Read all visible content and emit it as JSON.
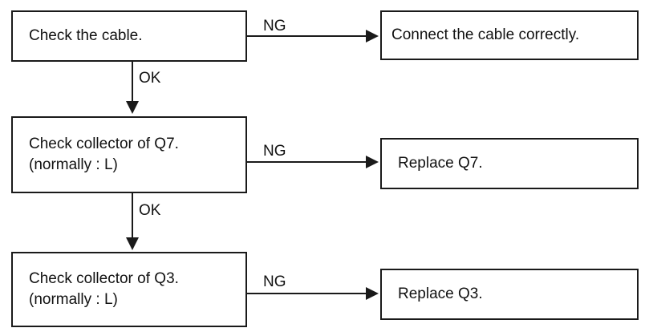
{
  "steps": [
    {
      "check_lines": [
        "Check the cable."
      ],
      "ng_label": "NG",
      "action": "Connect the cable correctly.",
      "ok_label": "OK"
    },
    {
      "check_lines": [
        "Check collector of Q7.",
        "(normally : L)"
      ],
      "ng_label": "NG",
      "action": "Replace Q7.",
      "ok_label": "OK"
    },
    {
      "check_lines": [
        "Check collector of Q3.",
        "(normally : L)"
      ],
      "ng_label": "NG",
      "action": "Replace Q3."
    }
  ],
  "colors": {
    "line": "#1a1a1a",
    "background": "#ffffff"
  }
}
